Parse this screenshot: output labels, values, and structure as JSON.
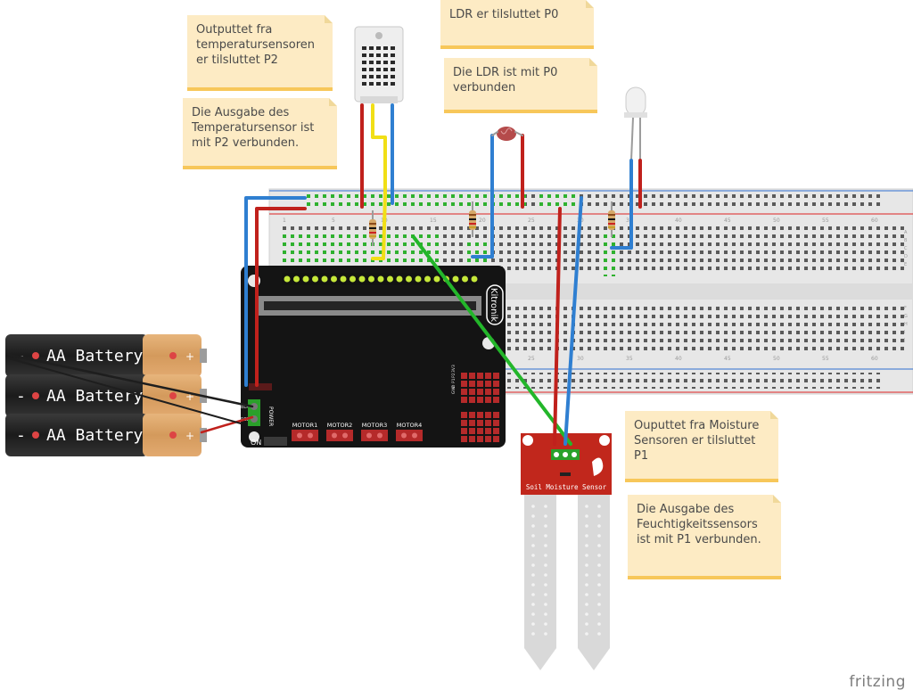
{
  "notes": [
    {
      "id": "temp_no",
      "text": "Outputtet fra\ntemperatursensoren\ner tilsluttet  P2"
    },
    {
      "id": "temp_de",
      "text": "Die Ausgabe des\nTemperatursensor ist\nmit P2 verbunden."
    },
    {
      "id": "ldr_no",
      "text": "LDR er tilsluttet P0"
    },
    {
      "id": "ldr_de",
      "text": "Die LDR ist mit P0\nverbunden"
    },
    {
      "id": "moist_no",
      "text": "Ouputtet fra Moisture\nSensoren er tilsluttet\nP1"
    },
    {
      "id": "moist_de",
      "text": "Die Ausgabe des\nFeuchtigkeitssensors\nist mit P1 verbunden."
    }
  ],
  "battery": {
    "label": "AA Battery",
    "minus": "-",
    "plus": "+"
  },
  "board": {
    "brand": "Kitronik",
    "power": "POWER",
    "on": "ON",
    "motors": [
      "MOTOR1",
      "MOTOR2",
      "MOTOR3",
      "MOTOR4"
    ],
    "pin_groups": [
      "GND",
      "V",
      "P1",
      "P2",
      "3V3"
    ],
    "power_pins": [
      "BLK",
      "RED"
    ]
  },
  "sensor": {
    "label": "Soil Moisture Sensor"
  },
  "breadboard": {
    "col_numbers": [
      "1",
      "5",
      "10",
      "15",
      "20",
      "25",
      "30",
      "35",
      "40",
      "45",
      "50",
      "55",
      "60"
    ],
    "row_letters": [
      "A",
      "B",
      "C",
      "D",
      "E",
      "F",
      "G",
      "H",
      "I",
      "J"
    ]
  },
  "colors": {
    "wire_red": "#c0211c",
    "wire_blue": "#2f7fd1",
    "wire_yellow": "#f1df16",
    "wire_green": "#23b62a",
    "wire_black": "#1e1e1e",
    "board": "#141414",
    "sensor": "#c1271c",
    "note": "#fdebc4",
    "note_edge": "#f7c75a"
  },
  "icons": [
    "temperature-sensor-icon",
    "ldr-icon",
    "led-icon",
    "resistor-icon",
    "battery-icon",
    "soil-moisture-sensor-icon"
  ],
  "watermark": "fritzing"
}
